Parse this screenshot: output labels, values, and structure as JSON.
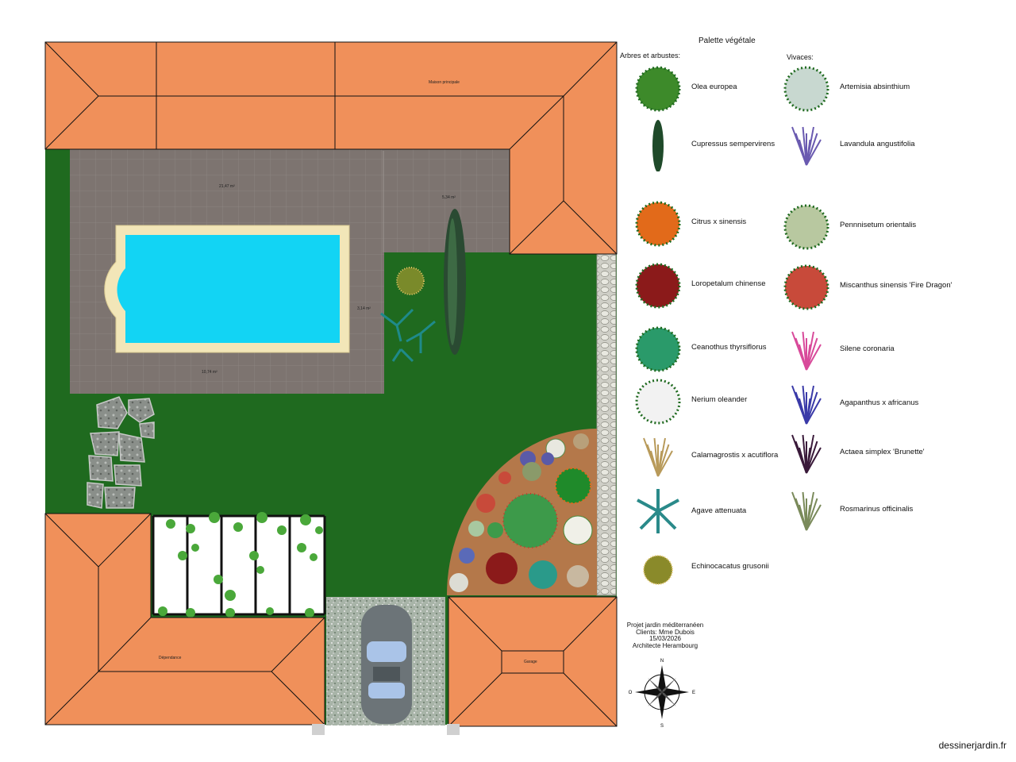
{
  "plan": {
    "buildings": {
      "main_house": "Maison principale",
      "annex": "Dépendance",
      "garage": "Garage"
    },
    "areas": {
      "terrace_left": "21,47 m²",
      "terrace_right": "5,34 m²",
      "pool_side": "3,14 m²",
      "terrace_bottom": "10,74 m²"
    },
    "compass": {
      "north": "N",
      "south": "S",
      "east": "E",
      "west": "O"
    }
  },
  "legend": {
    "title": "Palette végétale",
    "trees_heading": "Arbres et arbustes:",
    "perennials_heading": "Vivaces:",
    "trees": [
      {
        "name": "Olea europea",
        "icon": "olive-tree-icon",
        "color": "#3d8a2a"
      },
      {
        "name": "Cupressus sempervirens",
        "icon": "cypress-icon",
        "color": "#1f4a2a"
      },
      {
        "name": "Citrus x sinensis",
        "icon": "orange-tree-icon",
        "color": "#e26a1a"
      },
      {
        "name": "Loropetalum chinense",
        "icon": "loropetalum-icon",
        "color": "#8b1a1a"
      },
      {
        "name": "Ceanothus thyrsiflorus",
        "icon": "ceanothus-icon",
        "color": "#2a9a6a"
      },
      {
        "name": "Nerium oleander",
        "icon": "oleander-icon",
        "color": "#f2f2f2"
      },
      {
        "name": "Calamagrostis x acutiflora",
        "icon": "grass-icon",
        "color": "#b89a5a"
      },
      {
        "name": "Agave attenuata",
        "icon": "agave-icon",
        "color": "#2a8a8a"
      },
      {
        "name": "Echinocacatus grusonii",
        "icon": "cactus-icon",
        "color": "#8a8a2a"
      }
    ],
    "perennials": [
      {
        "name": "Artemisia absinthium",
        "icon": "artemisia-icon",
        "color": "#c8d8d0"
      },
      {
        "name": "Lavandula angustifolia",
        "icon": "lavender-icon",
        "color": "#6a5ab0"
      },
      {
        "name": "Pennnisetum orientalis",
        "icon": "pennisetum-icon",
        "color": "#b8c8a0"
      },
      {
        "name": "Miscanthus sinensis 'Fire Dragon'",
        "icon": "miscanthus-icon",
        "color": "#c84a3a"
      },
      {
        "name": "Silene coronaria",
        "icon": "silene-icon",
        "color": "#d84a9a"
      },
      {
        "name": "Agapanthus x africanus",
        "icon": "agapanthus-icon",
        "color": "#3a3aa8"
      },
      {
        "name": "Actaea simplex 'Brunette'",
        "icon": "actaea-icon",
        "color": "#3a1a3a"
      },
      {
        "name": "Rosmarinus officinalis",
        "icon": "rosemary-icon",
        "color": "#7a8a5a"
      }
    ]
  },
  "project": {
    "line1": "Projet jardin méditerranéen",
    "line2": "Clients: Mme Dubois",
    "line3": "15/03/2026",
    "line4": "Architecte Herambourg"
  },
  "footer": "dessinerjardin.fr",
  "colors": {
    "roof": "#f0905a",
    "lawn": "#1f6a1f",
    "paving": "#7d7470",
    "pool_water": "#12d4f4",
    "pool_edge": "#f2e6b8",
    "soil": "#b4784a",
    "gravel": "#9aa89a"
  }
}
